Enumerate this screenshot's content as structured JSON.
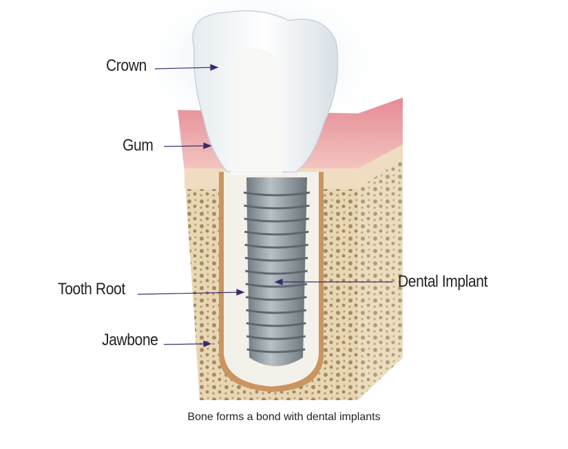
{
  "labels": {
    "crown": "Crown",
    "gum": "Gum",
    "tooth_root": "Tooth Root",
    "jawbone": "Jawbone",
    "dental_implant": "Dental Implant"
  },
  "caption": "Bone forms a bond with dental implants",
  "colors": {
    "arrow": "#3a2a6e",
    "gum": "#e9a0a8",
    "bone": "#e8d4b0",
    "implant": "#8f9aa0",
    "glow": "#cfe3f2"
  }
}
